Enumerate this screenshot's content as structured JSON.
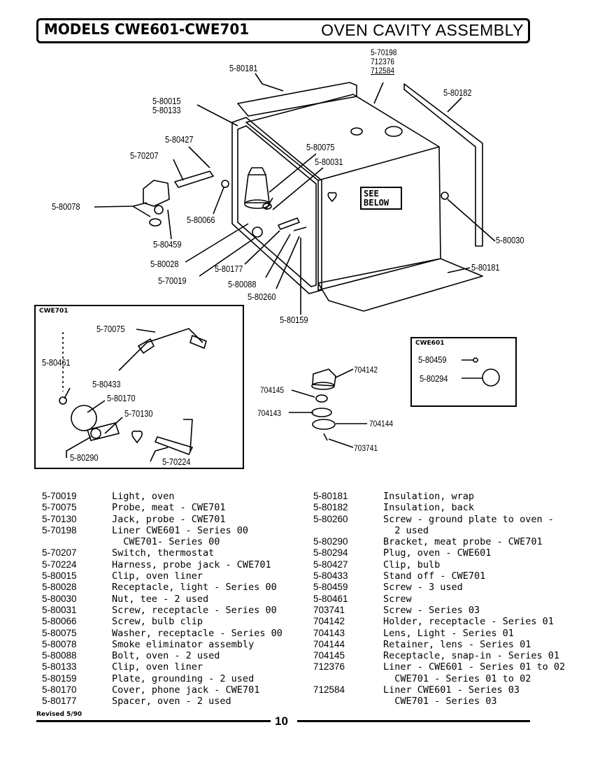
{
  "header": {
    "models": "MODELS CWE601-CWE701",
    "title": "OVEN CAVITY ASSEMBLY"
  },
  "diagram": {
    "see_below": [
      "SEE",
      "BELOW"
    ],
    "cwe701_box_title": "CWE701",
    "cwe601_box_title": "CWE601",
    "liner_callout": [
      "5-70198",
      "712376",
      "712584"
    ],
    "callouts": {
      "c80181_top": "5-80181",
      "c80182": "5-80182",
      "c80015": "5-80015",
      "c80133": "5-80133",
      "c80427": "5-80427",
      "c70207": "5-70207",
      "c80075": "5-80075",
      "c80031": "5-80031",
      "c80078": "5-80078",
      "c80066": "5-80066",
      "c80459": "5-80459",
      "c80030": "5-80030",
      "c80028": "5-80028",
      "c80177": "5-80177",
      "c70019": "5-70019",
      "c80088": "5-80088",
      "c80181_bottom": "5-80181",
      "c80260": "5-80260",
      "c80159": "5-80159",
      "c70075": "5-70075",
      "c80461": "5-80461",
      "c80433": "5-80433",
      "c80170": "5-80170",
      "c70130": "5-70130",
      "c80290": "5-80290",
      "c70224": "5-70224",
      "c704142": "704142",
      "c704145": "704145",
      "c704143": "704143",
      "c704144": "704144",
      "c703741": "703741",
      "c601_80459": "5-80459",
      "c601_80294": "5-80294"
    }
  },
  "parts_left": [
    {
      "num": "5-70019",
      "desc": "Light, oven"
    },
    {
      "num": "5-70075",
      "desc": "Probe, meat - CWE701"
    },
    {
      "num": "5-70130",
      "desc": "Jack, probe - CWE701"
    },
    {
      "num": "5-70198",
      "desc": "Liner CWE601 - Series 00"
    },
    {
      "num": "",
      "desc": "  CWE701- Series 00"
    },
    {
      "num": "5-70207",
      "desc": "Switch, thermostat"
    },
    {
      "num": "5-70224",
      "desc": "Harness, probe jack - CWE701"
    },
    {
      "num": "5-80015",
      "desc": "Clip, oven liner"
    },
    {
      "num": "5-80028",
      "desc": "Receptacle, light - Series 00"
    },
    {
      "num": "5-80030",
      "desc": "Nut, tee - 2 used"
    },
    {
      "num": "5-80031",
      "desc": "Screw, receptacle - Series 00"
    },
    {
      "num": "5-80066",
      "desc": "Screw, bulb clip"
    },
    {
      "num": "5-80075",
      "desc": "Washer, receptacle - Series 00"
    },
    {
      "num": "5-80078",
      "desc": "Smoke eliminator assembly"
    },
    {
      "num": "5-80088",
      "desc": "Bolt, oven - 2 used"
    },
    {
      "num": "5-80133",
      "desc": "Clip, oven liner"
    },
    {
      "num": "5-80159",
      "desc": "Plate, grounding - 2 used"
    },
    {
      "num": "5-80170",
      "desc": "Cover, phone jack - CWE701"
    },
    {
      "num": "5-80177",
      "desc": "Spacer, oven - 2 used"
    }
  ],
  "parts_right": [
    {
      "num": "5-80181",
      "desc": "Insulation, wrap"
    },
    {
      "num": "5-80182",
      "desc": "Insulation, back"
    },
    {
      "num": "5-80260",
      "desc": "Screw - ground plate to oven -"
    },
    {
      "num": "",
      "desc": "  2 used"
    },
    {
      "num": "5-80290",
      "desc": "Bracket, meat probe - CWE701"
    },
    {
      "num": "5-80294",
      "desc": "Plug, oven - CWE601"
    },
    {
      "num": "5-80427",
      "desc": "Clip, bulb"
    },
    {
      "num": "5-80433",
      "desc": "Stand off - CWE701"
    },
    {
      "num": "5-80459",
      "desc": "Screw - 3 used"
    },
    {
      "num": "5-80461",
      "desc": "Screw"
    },
    {
      "num": "703741",
      "desc": "Screw - Series 03"
    },
    {
      "num": "704142",
      "desc": "Holder, receptacle - Series 01"
    },
    {
      "num": "704143",
      "desc": "Lens, Light - Series 01"
    },
    {
      "num": "704144",
      "desc": "Retainer, lens - Series 01"
    },
    {
      "num": "704145",
      "desc": "Receptacle, snap-in - Series 01"
    },
    {
      "num": "712376",
      "desc": "Liner - CWE601 - Series 01 to 02"
    },
    {
      "num": "",
      "desc": "  CWE701 - Series 01 to 02"
    },
    {
      "num": "712584",
      "desc": "Liner CWE601 - Series 03"
    },
    {
      "num": "",
      "desc": "  CWE701 - Series 03"
    }
  ],
  "footer": {
    "revised": "Revised 5/90",
    "page": "10"
  }
}
